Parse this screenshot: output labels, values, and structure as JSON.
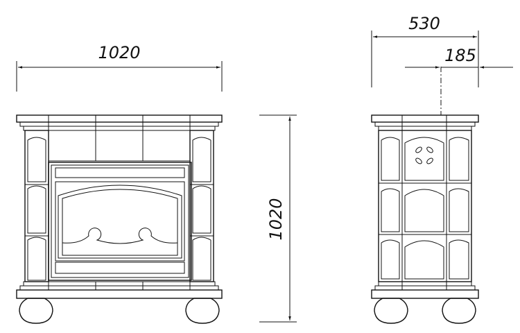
{
  "dimensions": {
    "front_width": "1020",
    "height": "1020",
    "side_depth": "530",
    "side_offset": "185"
  },
  "colors": {
    "line": "#111111",
    "background": "#ffffff"
  }
}
